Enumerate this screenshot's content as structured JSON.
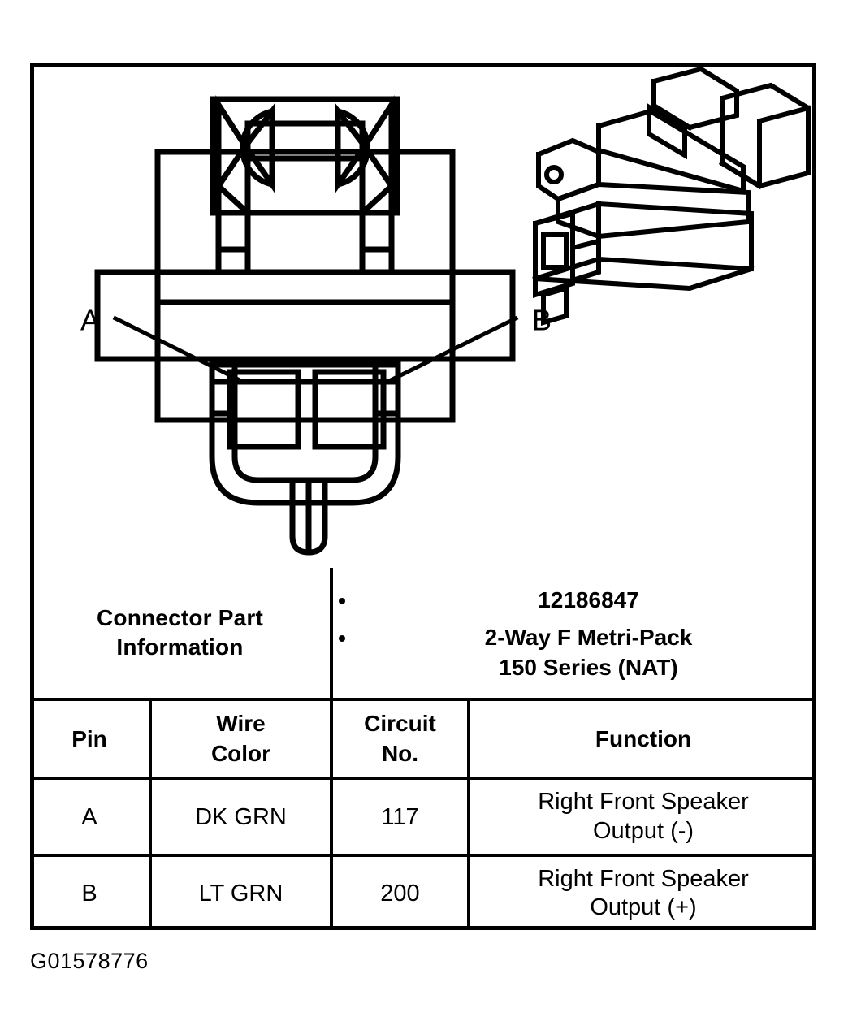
{
  "figure": {
    "id": "G01578776",
    "callouts": [
      {
        "label": "A",
        "name": "callout-a"
      },
      {
        "label": "B",
        "name": "callout-b"
      }
    ],
    "views": {
      "front": "connector-front-view",
      "isometric": "connector-isometric-view"
    }
  },
  "table": {
    "connector_part_information": {
      "label": "Connector Part\nInformation",
      "label_line1": "Connector Part",
      "label_line2": "Information",
      "items": [
        "12186847",
        "2-Way F Metri-Pack 150 Series (NAT)"
      ],
      "item2_line1": "2-Way F Metri-Pack",
      "item2_line2": "150 Series (NAT)"
    },
    "headers": [
      {
        "line1": "",
        "line2": "Pin"
      },
      {
        "line1": "Wire",
        "line2": "Color"
      },
      {
        "line1": "Circuit",
        "line2": "No."
      },
      {
        "line1": "",
        "line2": "Function"
      }
    ],
    "rows": [
      {
        "pin": "A",
        "wire_color": "DK GRN",
        "circuit_no": "117",
        "function": "Right Front Speaker Output (-)",
        "function_line1": "Right Front Speaker",
        "function_line2": "Output (-)"
      },
      {
        "pin": "B",
        "wire_color": "LT GRN",
        "circuit_no": "200",
        "function": "Right Front Speaker Output (+)",
        "function_line1": "Right Front Speaker",
        "function_line2": "Output (+)"
      }
    ]
  },
  "colors": {
    "ink": "#000000",
    "paper": "#ffffff"
  }
}
